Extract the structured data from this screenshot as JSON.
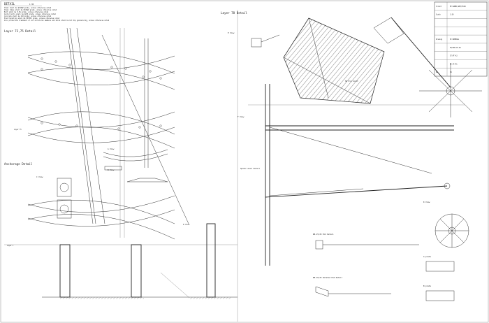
{
  "header": {
    "title": "DETAIL",
    "scale": "1:30",
    "notes": [
      "Steel shall be Q345qE grade, unless otherwise noted",
      "Steel tubes shall be Q345qD grade, unless otherwise noted",
      "Bolt shall be 8.8S grade, unless otherwise noted",
      "Anchor bolts shall be Q235 grade, unless otherwise noted",
      "Concrete shall be C40 grade, unless otherwise noted",
      "Electroplating shall be EP3035 grade, unless otherwise noted",
      "Zinc protective treatment of all structural members and bolts shall be hot dip galvanizing, unless otherwise noted"
    ]
  },
  "labels": {
    "layer_top": "Layer 72,75 Detail",
    "layer_75": "Layer 75",
    "anchorage": "Anchorage Detail",
    "c_view": "C View",
    "layer_1": "Layer 1",
    "a_view": "A View",
    "b_view": "B View",
    "d_view": "D View",
    "layer78": "Layer 78 Detail",
    "e_view": "E View",
    "f_view": "F View",
    "spoke": "Spoke Level Detail",
    "sd_joint": "SD Pin Joint",
    "k_view": "K View",
    "rb1": "RB-15/25 End Detail",
    "rb2": "RB-16/25 Detail",
    "rb3": "RB-16/25 Rotated End Detail",
    "a_plate": "A plate",
    "b_plate": "B plate"
  },
  "title_block": {
    "rows": [
      {
        "k": "Client",
        "v": "BY:GUMNI/GEH/PV1N"
      },
      {
        "k": "Scale",
        "v": "1:30"
      },
      {
        "k": "",
        "v": ""
      },
      {
        "k": "",
        "v": ""
      },
      {
        "k": "Drawing",
        "v": "PC:GENERAL"
      },
      {
        "k": "",
        "v": "FR/D00.PC-Rk"
      },
      {
        "k": "",
        "v": "ST:PT-A3"
      },
      {
        "k": "",
        "v": "DC.PC-Rk"
      },
      {
        "k": "No.",
        "v": "01"
      }
    ]
  }
}
